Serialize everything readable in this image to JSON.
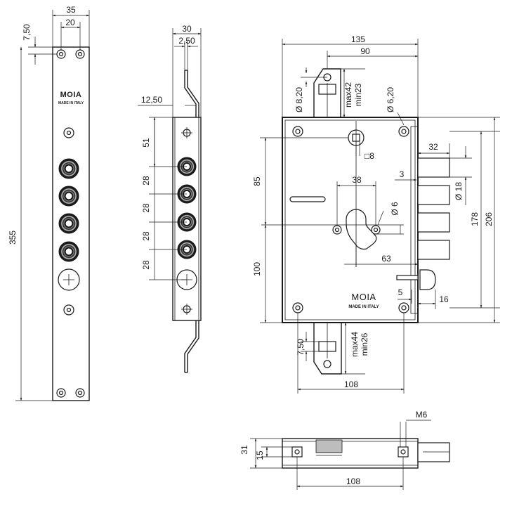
{
  "front_plate": {
    "brand": "MOIA",
    "made_in": "MADE IN ITALY",
    "dims": {
      "width": "35",
      "hole_spacing": "20",
      "top_offset": "7,50",
      "height": "355"
    }
  },
  "side_view": {
    "dims": {
      "width": "30",
      "offset": "2,50",
      "rod_offset": "12,50",
      "top": "51",
      "pitch": [
        "28",
        "28",
        "28",
        "28"
      ]
    }
  },
  "lock_case": {
    "brand": "MOIA",
    "made_in": "MADE IN ITALY",
    "dims": {
      "total_width": "135",
      "backset_width": "90",
      "top_max": "max42",
      "top_min": "min23",
      "dia_left": "Ø 8,20",
      "dia_right": "Ø 6,20",
      "upper_height": "85",
      "lower_height": "100",
      "bolt_length": "32",
      "spindle": "□8",
      "cylinder_spacing": "38",
      "bolt_gap": "3",
      "bolt_dia": "Ø 18",
      "screw_dia": "Ø 6",
      "bolt_span": "178",
      "plate_height": "206",
      "cylinder_offset": "63",
      "latch_gap": "5",
      "latch_length": "16",
      "bottom_max": "max44",
      "bottom_min": "min26",
      "bottom_width": "108"
    }
  },
  "bottom_view": {
    "dims": {
      "thickness": "31",
      "bolt_height": "15",
      "width": "108",
      "thread": "M6"
    }
  }
}
